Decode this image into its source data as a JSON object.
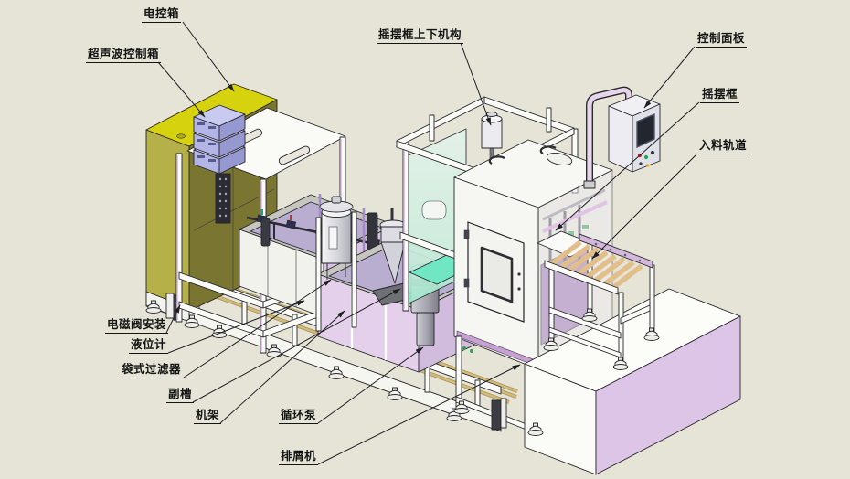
{
  "diagram": {
    "kind": "isometric CAD assembly callout drawing",
    "machine": "ultrasonic cleaning line"
  },
  "labels": [
    {
      "id": "electric-control-box",
      "text": "电控箱"
    },
    {
      "id": "ultrasonic-control-box",
      "text": "超声波控制箱"
    },
    {
      "id": "swing-frame-lift-mechanism",
      "text": "摇摆框上下机构"
    },
    {
      "id": "control-panel",
      "text": "控制面板"
    },
    {
      "id": "swing-frame",
      "text": "摇摆框"
    },
    {
      "id": "infeed-rail",
      "text": "入料轨道"
    },
    {
      "id": "solenoid-valve-mount",
      "text": "电磁阀安装"
    },
    {
      "id": "liquid-level-gauge",
      "text": "液位计"
    },
    {
      "id": "bag-filter",
      "text": "袋式过滤器"
    },
    {
      "id": "auxiliary-tank",
      "text": "副槽"
    },
    {
      "id": "machine-frame",
      "text": "机架"
    },
    {
      "id": "circulation-pump",
      "text": "循环泵"
    },
    {
      "id": "chip-remover",
      "text": "排屑机"
    }
  ],
  "colors": {
    "background": "#e5e4d6",
    "outline": "#26262a",
    "leader": "#1f1f23",
    "cabinet_top": "#d6d20e",
    "cabinet_front": "#b5b048",
    "cabinet_side": "#7a7530",
    "plinth_white": "#f6f6f1",
    "ultrasonic_top": "#c9caf0",
    "ultrasonic_front": "#b3b5e7",
    "ultrasonic_side": "#9698d2",
    "frame_white": "#fbfbf8",
    "accent_lavender": "#d9b8e2",
    "tank_rim_gray": "#c6c6c0",
    "tank_front_white": "#f2f2ed",
    "tank_side_lavender": "#d9c4e3",
    "tank_panel_lavender": "#e4d0ea",
    "glass_pale": "#d9f1e5",
    "glass_teal": "#70e6c3",
    "chamber_white": "#f7f7f3",
    "purple_panel": "#9a73ae",
    "swing_rod_pink": "#cf9ad8",
    "roller_tan": "#e2bf8a",
    "rail_tan": "#d3bc7a",
    "bigbox_side": "#ddc5e7",
    "screen_dark": "#23262e",
    "steel_light": "#ececf0",
    "steel_dark": "#8b8b95",
    "button_red": "#cc2222",
    "button_green": "#22aa44"
  }
}
